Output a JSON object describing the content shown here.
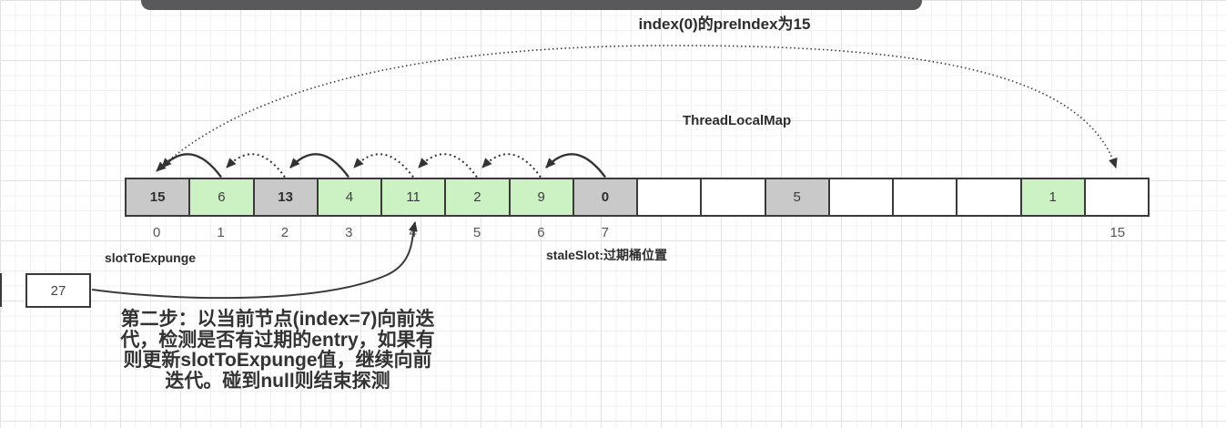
{
  "header": {
    "title": "index(0)的preIndex为15"
  },
  "diagram": {
    "map_label": "ThreadLocalMap",
    "slot_to_expunge_label": "slotToExpunge",
    "stale_slot_label": "staleSlot:过期桶位置",
    "note_box_value": "27",
    "cells": [
      {
        "value": "15",
        "fill": "gray",
        "bold": true,
        "index_label": "0"
      },
      {
        "value": "6",
        "fill": "green",
        "bold": false,
        "index_label": "1"
      },
      {
        "value": "13",
        "fill": "gray",
        "bold": true,
        "index_label": "2"
      },
      {
        "value": "4",
        "fill": "green",
        "bold": false,
        "index_label": "3"
      },
      {
        "value": "11",
        "fill": "green",
        "bold": false,
        "index_label": "4"
      },
      {
        "value": "2",
        "fill": "green",
        "bold": false,
        "index_label": "5"
      },
      {
        "value": "9",
        "fill": "green",
        "bold": false,
        "index_label": "6"
      },
      {
        "value": "0",
        "fill": "gray",
        "bold": true,
        "index_label": "7"
      },
      {
        "value": "",
        "fill": "white",
        "bold": false,
        "index_label": ""
      },
      {
        "value": "",
        "fill": "white",
        "bold": false,
        "index_label": ""
      },
      {
        "value": "5",
        "fill": "gray",
        "bold": false,
        "index_label": ""
      },
      {
        "value": "",
        "fill": "white",
        "bold": false,
        "index_label": ""
      },
      {
        "value": "",
        "fill": "white",
        "bold": false,
        "index_label": ""
      },
      {
        "value": "",
        "fill": "white",
        "bold": false,
        "index_label": ""
      },
      {
        "value": "1",
        "fill": "green",
        "bold": false,
        "index_label": ""
      },
      {
        "value": "",
        "fill": "white",
        "bold": false,
        "index_label": "15"
      }
    ],
    "colors": {
      "cell_gray": "#c9c9c9",
      "cell_green": "#ccf2c4",
      "cell_white": "#ffffff",
      "stroke": "#3a3a3a"
    }
  },
  "caption": {
    "lines": [
      "第二步：以当前节点(index=7)向前迭",
      "代，检测是否有过期的entry，如果有",
      "则更新slotToExpunge值，继续向前",
      "迭代。碰到null则结束探测"
    ]
  }
}
